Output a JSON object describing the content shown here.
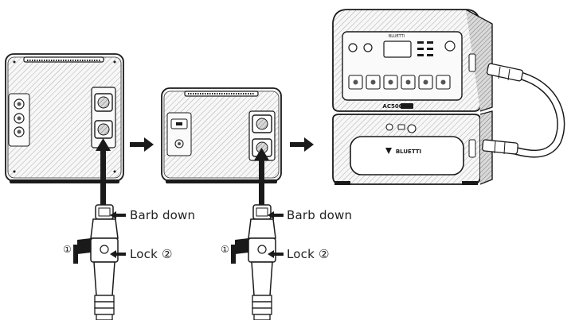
{
  "labels": {
    "barb_down_1": "Barb down",
    "lock_1": "Lock ②",
    "step_1": "①",
    "barb_down_2": "Barb down",
    "lock_2": "Lock ②",
    "step_2": "①"
  },
  "devices": {
    "model_label": "AC500",
    "brand_label": "BLUETTI"
  },
  "colors": {
    "ink": "#1a1a1a",
    "body_fill": "#efefef",
    "panel_fill": "#fafafa"
  }
}
